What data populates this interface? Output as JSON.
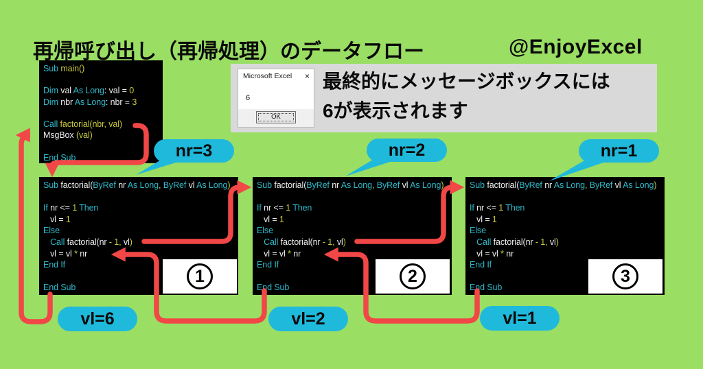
{
  "title": "再帰呼び出し（再帰処理）のデータフロー",
  "handle": "@EnjoyExcel",
  "caption": {
    "line1": "最終的にメッセージボックスには",
    "line2": "6が表示されます"
  },
  "dialog": {
    "title": "Microsoft Excel",
    "close_label": "×",
    "message": "6",
    "ok_label": "OK"
  },
  "badges": {
    "nr": [
      {
        "label": "nr=3"
      },
      {
        "label": "nr=2"
      },
      {
        "label": "nr=1"
      }
    ],
    "vl": [
      {
        "label": "vl=6"
      },
      {
        "label": "vl=2"
      },
      {
        "label": "vl=1"
      }
    ]
  },
  "step_numbers": [
    "1",
    "2",
    "3"
  ],
  "colors": {
    "background": "#9ade64",
    "code_background": "#000000",
    "code_keyword": "#2fb9c9",
    "code_literal": "#c9c93b",
    "code_identifier": "#ededed",
    "badge": "#1fb9dc",
    "arrow": "#f14747",
    "panel": "#d9d9d9"
  },
  "code": {
    "main": [
      [
        {
          "t": "Sub ",
          "c": "k"
        },
        {
          "t": "main()",
          "c": "y"
        }
      ],
      [],
      [
        {
          "t": "Dim ",
          "c": "k"
        },
        {
          "t": "val ",
          "c": "w"
        },
        {
          "t": "As Long",
          "c": "k"
        },
        {
          "t": ": val = ",
          "c": "w"
        },
        {
          "t": "0",
          "c": "y"
        }
      ],
      [
        {
          "t": "Dim ",
          "c": "k"
        },
        {
          "t": "nbr ",
          "c": "w"
        },
        {
          "t": "As Long",
          "c": "k"
        },
        {
          "t": ": nbr = ",
          "c": "w"
        },
        {
          "t": "3",
          "c": "y"
        }
      ],
      [],
      [
        {
          "t": "Call ",
          "c": "k"
        },
        {
          "t": "factorial(nbr, val)",
          "c": "y"
        }
      ],
      [
        {
          "t": "MsgBox ",
          "c": "w"
        },
        {
          "t": "(val)",
          "c": "y"
        }
      ],
      [],
      [
        {
          "t": "End Sub",
          "c": "k"
        }
      ]
    ],
    "factorial": [
      [
        {
          "t": "Sub ",
          "c": "k"
        },
        {
          "t": "factorial(",
          "c": "w"
        },
        {
          "t": "ByRef ",
          "c": "k"
        },
        {
          "t": "nr ",
          "c": "w"
        },
        {
          "t": "As Long",
          "c": "k"
        },
        {
          "t": ", ",
          "c": "y"
        },
        {
          "t": "ByRef ",
          "c": "k"
        },
        {
          "t": "vl ",
          "c": "w"
        },
        {
          "t": "As Long",
          "c": "k"
        },
        {
          "t": ")",
          "c": "y"
        }
      ],
      [],
      [
        {
          "t": "If ",
          "c": "k"
        },
        {
          "t": "nr <= ",
          "c": "w"
        },
        {
          "t": "1 ",
          "c": "y"
        },
        {
          "t": "Then",
          "c": "k"
        }
      ],
      [
        {
          "t": "   vl = ",
          "c": "w"
        },
        {
          "t": "1",
          "c": "y"
        }
      ],
      [
        {
          "t": "Else",
          "c": "k"
        }
      ],
      [
        {
          "t": "   ",
          "c": "w"
        },
        {
          "t": "Call ",
          "c": "k"
        },
        {
          "t": "factorial(nr ",
          "c": "w"
        },
        {
          "t": "- 1,",
          "c": "y"
        },
        {
          "t": " vl",
          "c": "w"
        },
        {
          "t": ")",
          "c": "y"
        }
      ],
      [
        {
          "t": "   vl = vl ",
          "c": "w"
        },
        {
          "t": "*",
          "c": "y"
        },
        {
          "t": " nr",
          "c": "w"
        }
      ],
      [
        {
          "t": "End If",
          "c": "k"
        }
      ],
      [],
      [
        {
          "t": "End Sub",
          "c": "k"
        }
      ]
    ]
  }
}
